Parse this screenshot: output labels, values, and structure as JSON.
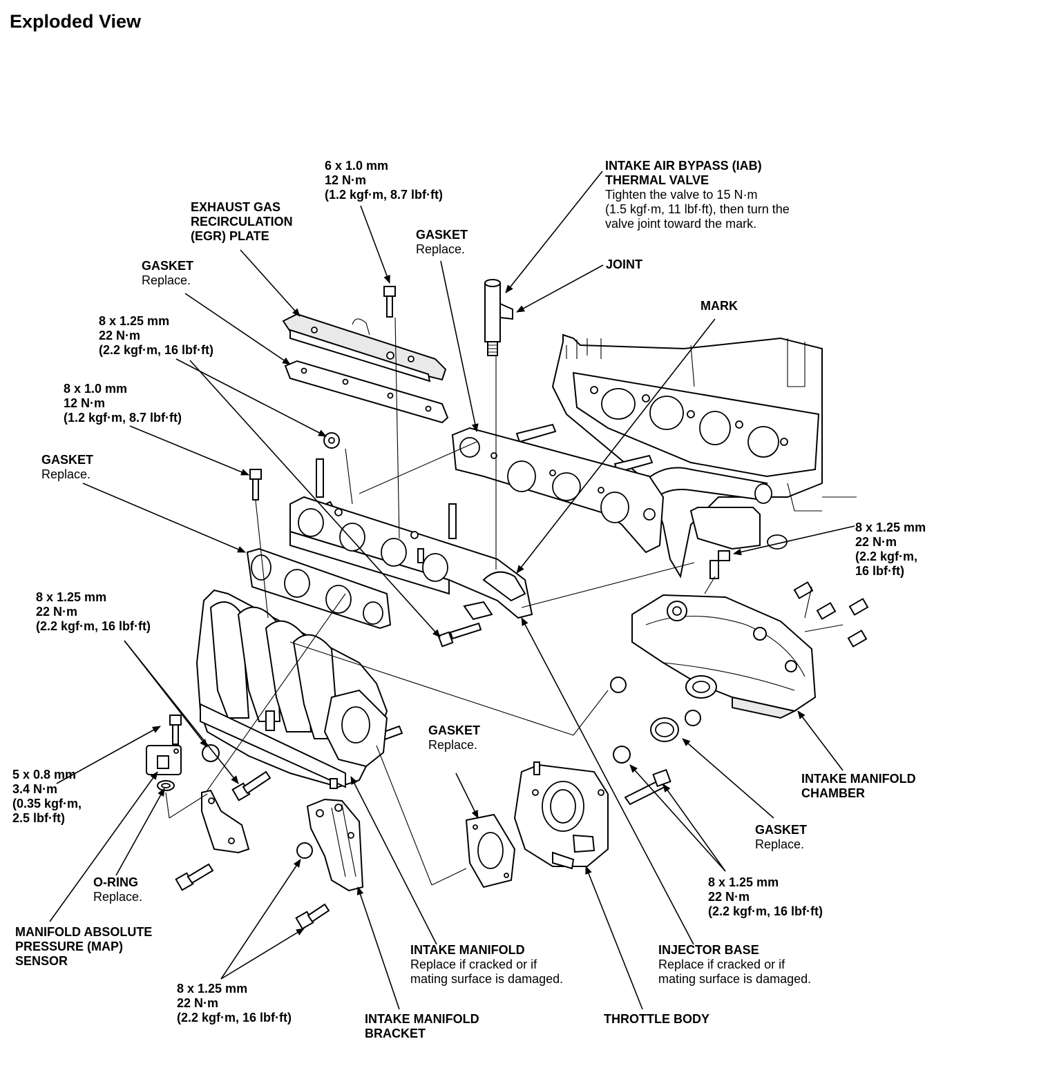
{
  "title": "Exploded View",
  "callouts": {
    "bolt_6x1": {
      "l1": "6 x 1.0 mm",
      "l2": "12 N·m",
      "l3": "(1.2 kgf·m, 8.7 lbf·ft)"
    },
    "iab": {
      "l1": "INTAKE AIR BYPASS (IAB)",
      "l2": "THERMAL VALVE",
      "n1": "Tighten the valve to 15 N·m",
      "n2": "(1.5 kgf·m, 11 lbf·ft), then turn the",
      "n3": "valve joint toward the mark."
    },
    "egr": {
      "l1": "EXHAUST GAS",
      "l2": "RECIRCULATION",
      "l3": "(EGR) PLATE"
    },
    "gasket_egr": {
      "l1": "GASKET",
      "n1": "Replace."
    },
    "gasket_top": {
      "l1": "GASKET",
      "n1": "Replace."
    },
    "joint": {
      "l1": "JOINT"
    },
    "mark": {
      "l1": "MARK"
    },
    "bolt_8x125_a": {
      "l1": "8 x 1.25 mm",
      "l2": "22 N·m",
      "l3": "(2.2 kgf·m, 16 lbf·ft)"
    },
    "bolt_8x1": {
      "l1": "8 x 1.0 mm",
      "l2": "12 N·m",
      "l3": "(1.2 kgf·m, 8.7 lbf·ft)"
    },
    "gasket_left": {
      "l1": "GASKET",
      "n1": "Replace."
    },
    "bolt_right": {
      "l1": "8 x 1.25 mm",
      "l2": "22 N·m",
      "l3": "(2.2 kgf·m,",
      "l4": "16 lbf·ft)"
    },
    "bolt_8x125_b": {
      "l1": "8 x 1.25 mm",
      "l2": "22 N·m",
      "l3": "(2.2 kgf·m, 16 lbf·ft)"
    },
    "gasket_throttle": {
      "l1": "GASKET",
      "n1": "Replace."
    },
    "chamber": {
      "l1": "INTAKE MANIFOLD",
      "l2": "CHAMBER"
    },
    "bolt_5x08": {
      "l1": "5 x 0.8 mm",
      "l2": "3.4 N·m",
      "l3": "(0.35 kgf·m,",
      "l4": "2.5 lbf·ft)"
    },
    "gasket_chamber": {
      "l1": "GASKET",
      "n1": "Replace."
    },
    "oring": {
      "l1": "O-RING",
      "n1": "Replace."
    },
    "bolt_8x125_c": {
      "l1": "8 x 1.25 mm",
      "l2": "22 N·m",
      "l3": "(2.2 kgf·m, 16 lbf·ft)"
    },
    "map_sensor": {
      "l1": "MANIFOLD ABSOLUTE",
      "l2": "PRESSURE (MAP)",
      "l3": "SENSOR"
    },
    "intake_manifold": {
      "l1": "INTAKE MANIFOLD",
      "n1": "Replace if cracked or if",
      "n2": "mating surface is damaged."
    },
    "injector_base": {
      "l1": "INJECTOR BASE",
      "n1": "Replace if cracked or if",
      "n2": "mating surface is damaged."
    },
    "bolt_8x125_d": {
      "l1": "8 x 1.25 mm",
      "l2": "22 N·m",
      "l3": "(2.2 kgf·m, 16 lbf·ft)"
    },
    "bracket": {
      "l1": "INTAKE MANIFOLD",
      "l2": "BRACKET"
    },
    "throttle_body": {
      "l1": "THROTTLE BODY"
    }
  }
}
